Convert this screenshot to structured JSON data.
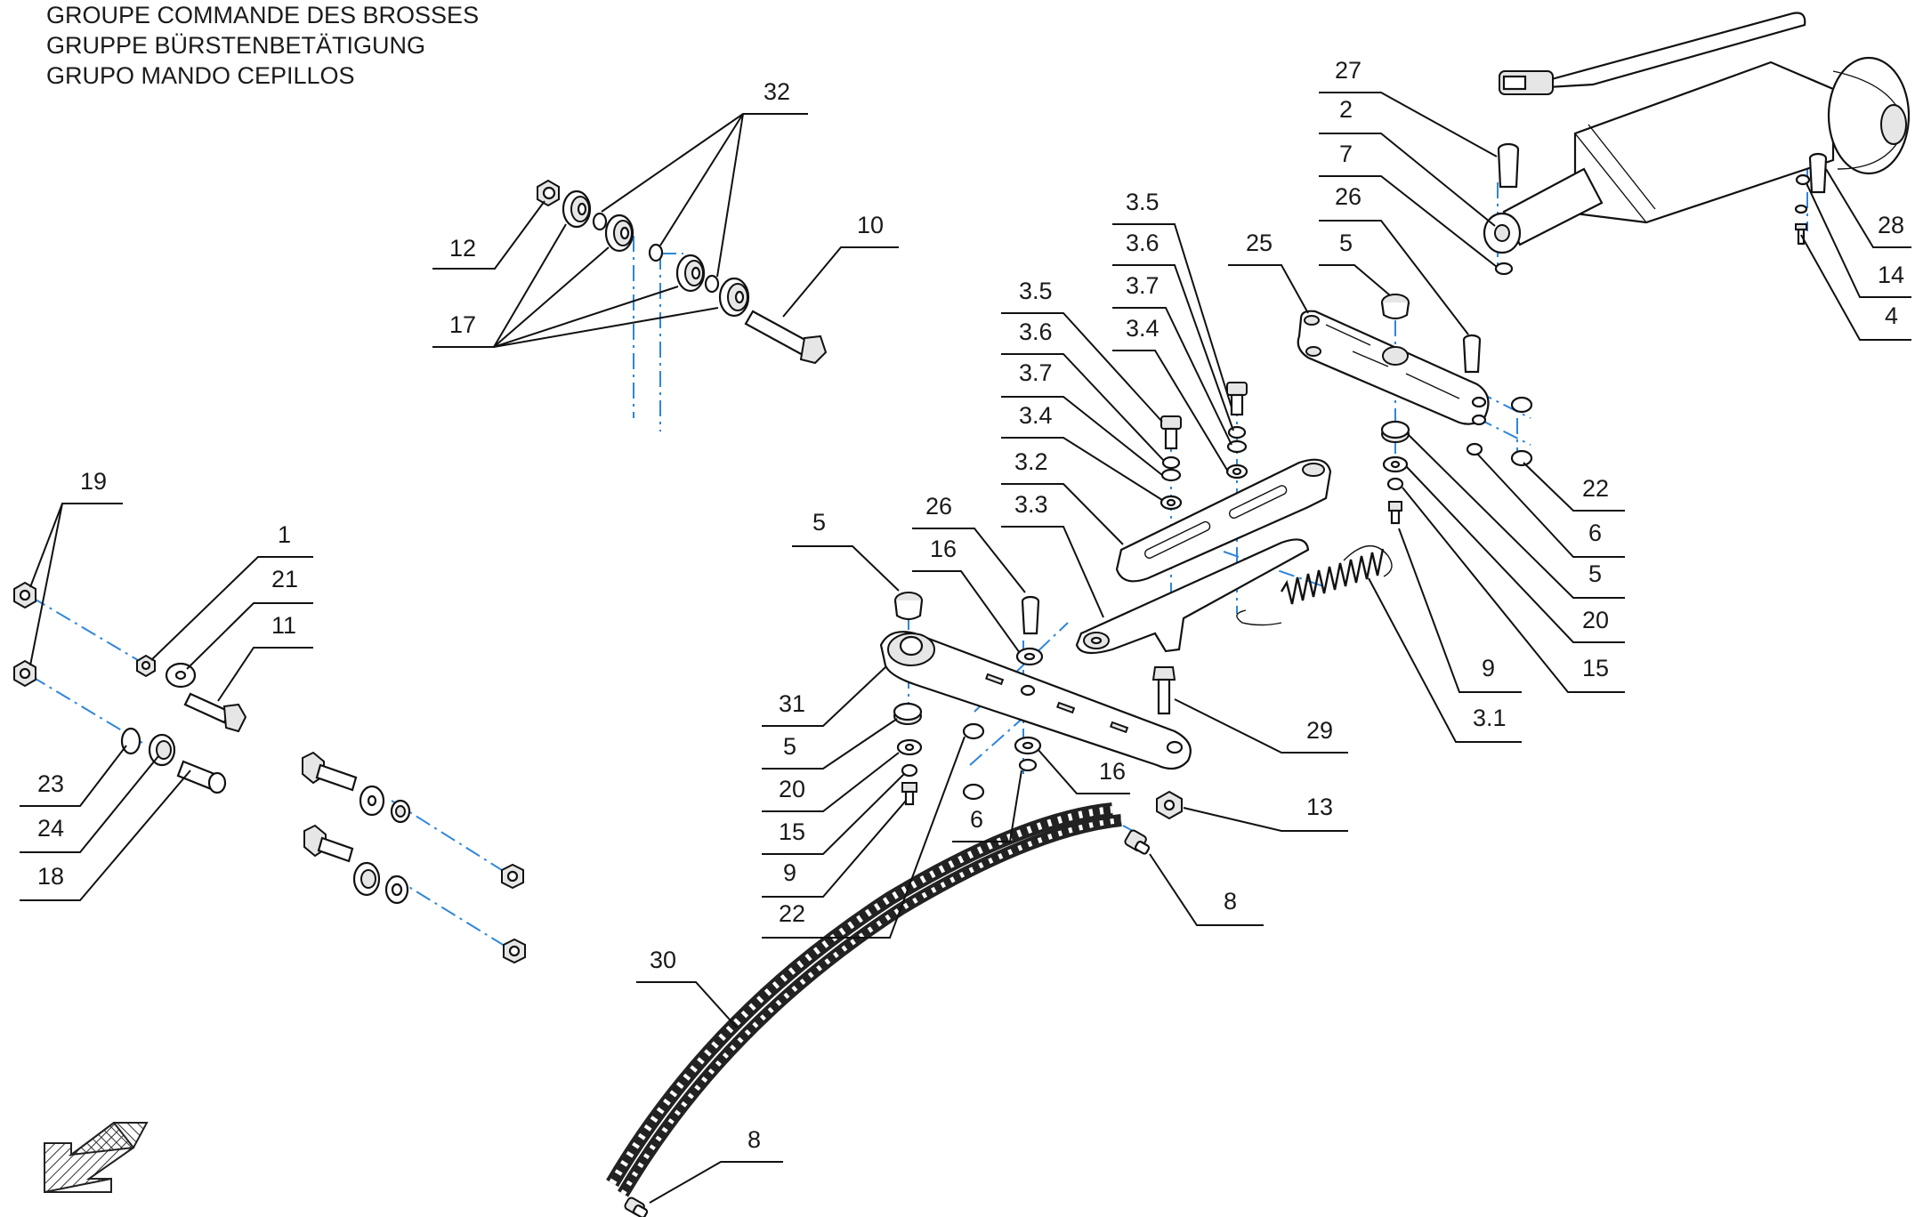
{
  "title": {
    "fr": "GROUPE COMMANDE DES BROSSES",
    "de": "GRUPPE BÜRSTENBETÄTIGUNG",
    "es": "GRUPO MANDO CEPILLOS"
  },
  "callouts": {
    "c32": "32",
    "c12": "12",
    "c17": "17",
    "c10": "10",
    "c19": "19",
    "c1": "1",
    "c21": "21",
    "c11": "11",
    "c23": "23",
    "c24": "24",
    "c18": "18",
    "c27": "27",
    "c2": "2",
    "c7": "7",
    "c26a": "26",
    "c5a": "5",
    "c25": "25",
    "c28": "28",
    "c14": "14",
    "c4": "4",
    "c35a": "3.5",
    "c36a": "3.6",
    "c37a": "3.7",
    "c34a": "3.4",
    "c35b": "3.5",
    "c36b": "3.6",
    "c37b": "3.7",
    "c34b": "3.4",
    "c32b": "3.2",
    "c33": "3.3",
    "c22a": "22",
    "c6a": "6",
    "c5b": "5",
    "c20a": "20",
    "c15a": "15",
    "c9a": "9",
    "c31": "3.1",
    "c5c": "5",
    "c26b": "26",
    "c16a": "16",
    "c31b": "31",
    "c5d": "5",
    "c20b": "20",
    "c15b": "15",
    "c9b": "9",
    "c22b": "22",
    "c6b": "6",
    "c16b": "16",
    "c29": "29",
    "c13": "13",
    "c8a": "8",
    "c30": "30",
    "c8b": "8"
  },
  "icons": {
    "view_arrow": "view-direction-arrow-icon"
  }
}
